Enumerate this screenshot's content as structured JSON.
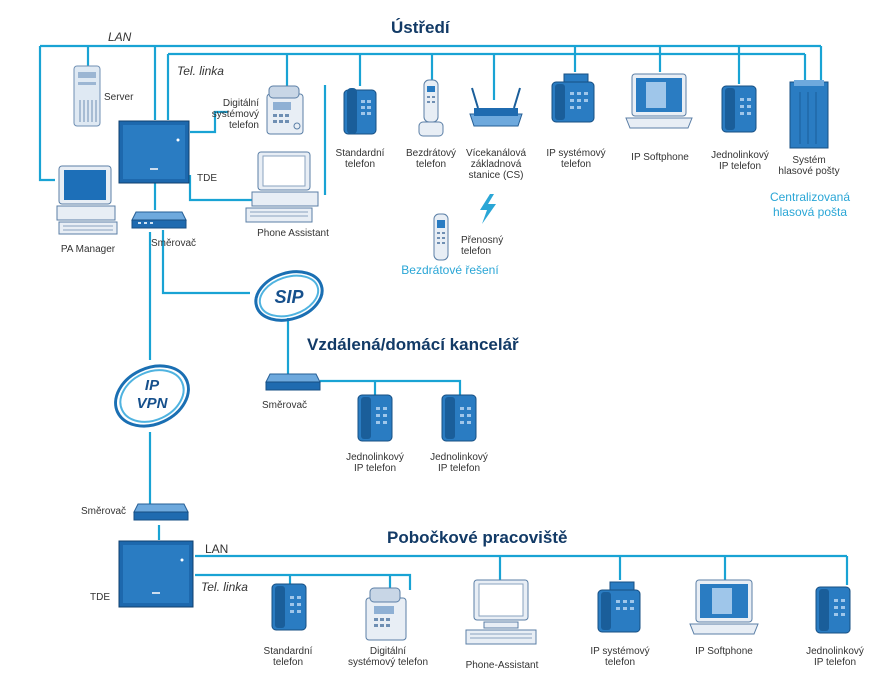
{
  "titles": {
    "hq": "Ústředí",
    "remote": "Vzdálená/domácí kancelář",
    "branch": "Pobočkové pracoviště"
  },
  "network_labels": {
    "lan_top": "LAN",
    "tel_top": "Tel. linka",
    "lan_bottom": "LAN",
    "tel_bottom": "Tel. linka"
  },
  "badges": {
    "sip": "SIP",
    "ipvpn_1": "IP",
    "ipvpn_2": "VPN"
  },
  "hq_devices": {
    "server": "Server",
    "tde": "TDE",
    "router": "Směrovač",
    "pa_manager": "PA Manager",
    "digital_phone": "Digitální\nsystémový\ntelefon",
    "phone_assistant": "Phone Assistant",
    "standard_phone": "Standardní\ntelefon",
    "cordless_phone": "Bezdrátový\ntelefon",
    "multichannel_cs": "Vícekanálová\nzákladnová\nstanice (CS)",
    "ip_system_phone": "IP systémový\ntelefon",
    "ip_softphone": "IP Softphone",
    "single_line_ip": "Jednolinkový\nIP telefon",
    "voicemail": "Systém\nhlasové pošty",
    "portable_phone": "Přenosný\ntelefon",
    "wireless_solution": "Bezdrátové řešení",
    "centralized_vm": "Centralizovaná\nhlasová pošta"
  },
  "remote_devices": {
    "router": "Směrovač",
    "ip_phone_1": "Jednolinkový\nIP telefon",
    "ip_phone_2": "Jednolinkový\nIP telefon"
  },
  "branch_devices": {
    "router": "Směrovač",
    "tde": "TDE",
    "standard_phone": "Standardní\ntelefon",
    "digital_phone": "Digitální\nsystémový telefon",
    "phone_assistant": "Phone-Assistant",
    "ip_system_phone": "IP systémový\ntelefon",
    "ip_softphone": "IP Softphone",
    "single_line_ip": "Jednolinkový\nIP telefon"
  },
  "colors": {
    "line": "#19a3d4",
    "title": "#123a66",
    "device_dark": "#1a5e9a",
    "device_light": "#4f8fcc",
    "accent_text": "#2aa6d6"
  }
}
